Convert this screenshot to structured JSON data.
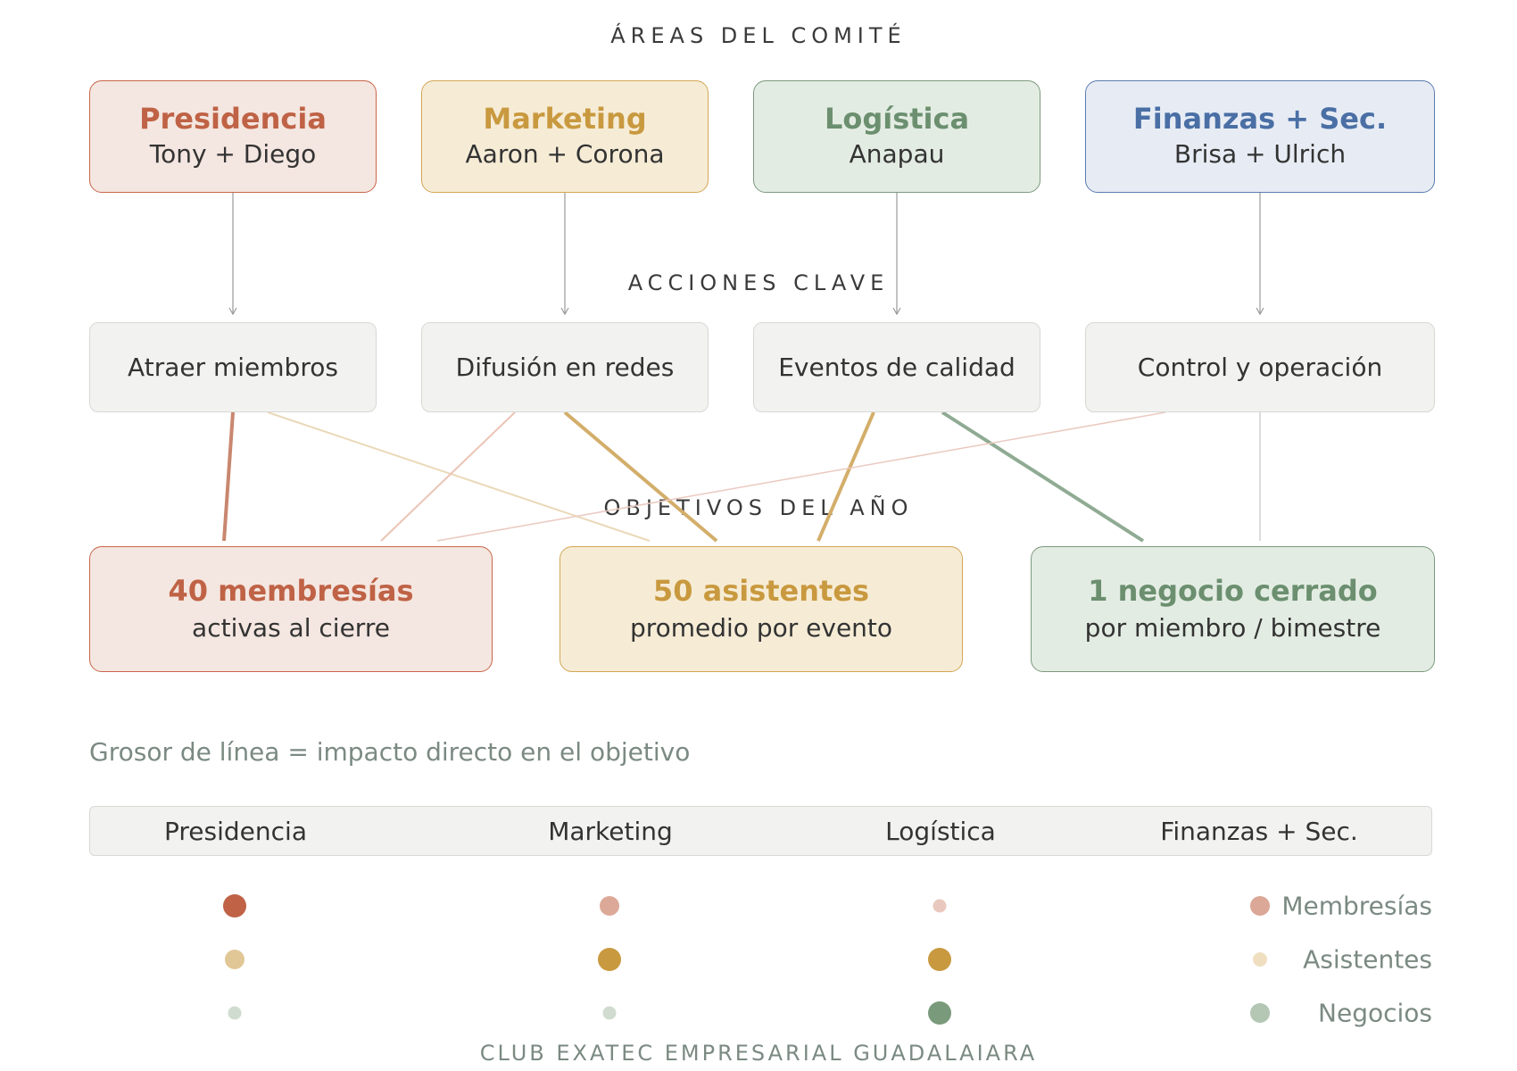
{
  "titles": {
    "areas": "ÁREAS DEL COMITÉ",
    "actions": "ACCIONES CLAVE",
    "objectives": "OBJETIVOS DEL AÑO"
  },
  "areas": [
    {
      "name": "Presidencia",
      "people": "Tony + Diego",
      "color": "#bf6245",
      "bg": "#f4e6e0",
      "border": "#c8664a"
    },
    {
      "name": "Marketing",
      "people": "Aaron + Corona",
      "color": "#c9993f",
      "bg": "#f6ecd6",
      "border": "#d2a655"
    },
    {
      "name": "Logística",
      "people": "Anapau",
      "color": "#6b8f6f",
      "bg": "#e3ece3",
      "border": "#7d9a7f"
    },
    {
      "name": "Finanzas + Sec.",
      "people": "Brisa + Ulrich",
      "color": "#4a6fa5",
      "bg": "#e7ecf4",
      "border": "#5b7db0"
    }
  ],
  "actions": [
    {
      "label": "Atraer miembros"
    },
    {
      "label": "Difusión en redes"
    },
    {
      "label": "Eventos de calidad"
    },
    {
      "label": "Control y operación"
    }
  ],
  "goals": [
    {
      "main": "40 membresías",
      "sub": "activas al cierre",
      "color": "#bf6245",
      "bg": "#f4e6e0",
      "border": "#c8664a"
    },
    {
      "main": "50 asistentes",
      "sub": "promedio por evento",
      "color": "#c9993f",
      "bg": "#f6ecd6",
      "border": "#d2a655"
    },
    {
      "main": "1 negocio cerrado",
      "sub": "por miembro / bimestre",
      "color": "#6b8f6f",
      "bg": "#e3ece3",
      "border": "#7d9a7f"
    }
  ],
  "note": "Grosor de línea = impacto directo en el objetivo",
  "matrix": {
    "columns": [
      "Presidencia",
      "Marketing",
      "Logística",
      "Finanzas + Sec."
    ],
    "rows": [
      {
        "label": "Membresías",
        "color": "#bf6245",
        "legend_color": "#dba796",
        "impact": [
          "high",
          "medium",
          "low"
        ]
      },
      {
        "label": "Asistentes",
        "color": "#c9993f",
        "legend_color": "#efdfc0",
        "impact": [
          "medium",
          "high",
          "high"
        ]
      },
      {
        "label": "Negocios",
        "color": "#7a9a7c",
        "legend_color": "#b3c7b4",
        "impact": [
          "low",
          "low",
          "high"
        ]
      }
    ]
  },
  "footer": "CLUB EXATEC EMPRESARIAL GUADALAIARA"
}
